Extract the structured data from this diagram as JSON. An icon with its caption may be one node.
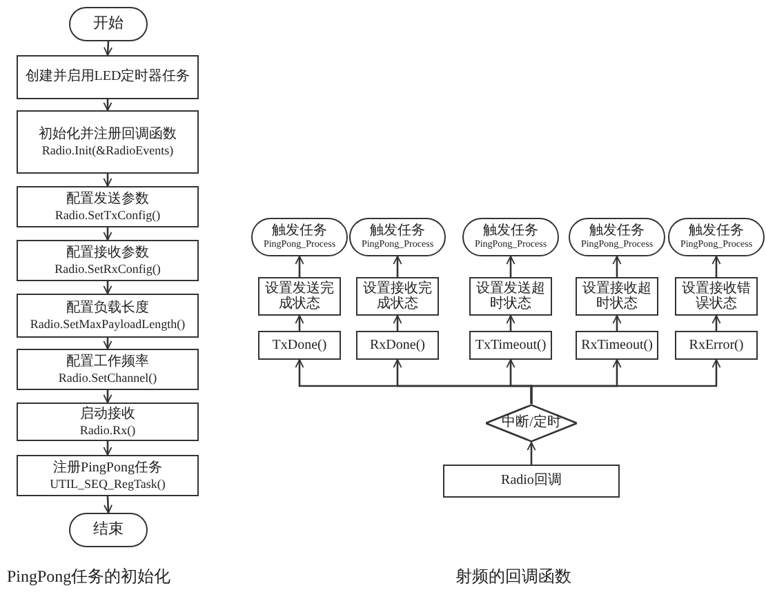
{
  "diagram": {
    "nodes": [
      {
        "text": [
          "开始"
        ]
      },
      {
        "text": [
          "创建并启用LED定时器任务"
        ]
      },
      {
        "text": [
          "初始化并注册回调函数",
          "Radio.Init(&RadioEvents)"
        ]
      },
      {
        "text": [
          "配置发送参数",
          "Radio.SetTxConfig()"
        ]
      },
      {
        "text": [
          "配置接收参数",
          "Radio.SetRxConfig()"
        ]
      },
      {
        "text": [
          "配置负载长度",
          "Radio.SetMaxPayloadLength()"
        ]
      },
      {
        "text": [
          "配置工作频率",
          "Radio.SetChannel()"
        ]
      },
      {
        "text": [
          "启动接收",
          "Radio.Rx()"
        ]
      },
      {
        "text": [
          "注册PingPong任务",
          "UTIL_SEQ_RegTask()"
        ]
      },
      {
        "text": [
          "结束"
        ]
      },
      {
        "text": [
          "触发任务",
          "PingPong_Process"
        ]
      },
      {
        "text": [
          "触发任务",
          "PingPong_Process"
        ]
      },
      {
        "text": [
          "触发任务",
          "PingPong_Process"
        ]
      },
      {
        "text": [
          "触发任务",
          "PingPong_Process"
        ]
      },
      {
        "text": [
          "触发任务",
          "PingPong_Process"
        ]
      },
      {
        "text": [
          "设置发送完成状态"
        ]
      },
      {
        "text": [
          "设置接收完成状态"
        ]
      },
      {
        "text": [
          "设置发送超时状态"
        ]
      },
      {
        "text": [
          "设置接收超时状态"
        ]
      },
      {
        "text": [
          "设置接收错误状态"
        ]
      },
      {
        "text": [
          "TxDone()"
        ]
      },
      {
        "text": [
          "RxDone()"
        ]
      },
      {
        "text": [
          "TxTimeout()"
        ]
      },
      {
        "text": [
          "RxTimeout()"
        ]
      },
      {
        "text": [
          "RxError()"
        ]
      },
      {
        "text": [
          "中断/定时"
        ]
      },
      {
        "text": [
          "Radio回调"
        ]
      }
    ],
    "edges": [
      {
        "from": 0,
        "to": 1,
        "arrow": "to"
      },
      {
        "from": 1,
        "to": 2,
        "arrow": "to"
      },
      {
        "from": 2,
        "to": 3,
        "arrow": "to"
      },
      {
        "from": 3,
        "to": 4,
        "arrow": "to"
      },
      {
        "from": 4,
        "to": 5,
        "arrow": "to"
      },
      {
        "from": 5,
        "to": 6,
        "arrow": "to"
      },
      {
        "from": 6,
        "to": 7,
        "arrow": "to"
      },
      {
        "from": 7,
        "to": 8,
        "arrow": "to"
      },
      {
        "from": 8,
        "to": 9,
        "arrow": "to"
      },
      {
        "from": 26,
        "to": 25,
        "arrow": "to"
      },
      {
        "from": 25,
        "to": 20,
        "arrow": "to"
      },
      {
        "from": 25,
        "to": 21,
        "arrow": "to"
      },
      {
        "from": 25,
        "to": 22,
        "arrow": "to"
      },
      {
        "from": 25,
        "to": 23,
        "arrow": "to"
      },
      {
        "from": 25,
        "to": 24,
        "arrow": "to"
      },
      {
        "from": 20,
        "to": 15,
        "arrow": "to"
      },
      {
        "from": 21,
        "to": 16,
        "arrow": "to"
      },
      {
        "from": 22,
        "to": 17,
        "arrow": "to"
      },
      {
        "from": 23,
        "to": 18,
        "arrow": "to"
      },
      {
        "from": 24,
        "to": 19,
        "arrow": "to"
      },
      {
        "from": 15,
        "to": 10,
        "arrow": "to"
      },
      {
        "from": 16,
        "to": 11,
        "arrow": "to"
      },
      {
        "from": 17,
        "to": 12,
        "arrow": "to"
      },
      {
        "from": 18,
        "to": 13,
        "arrow": "to"
      },
      {
        "from": 19,
        "to": 14,
        "arrow": "to"
      }
    ],
    "labels": [
      "PingPong任务的初始化",
      "射频的回调函数"
    ]
  }
}
